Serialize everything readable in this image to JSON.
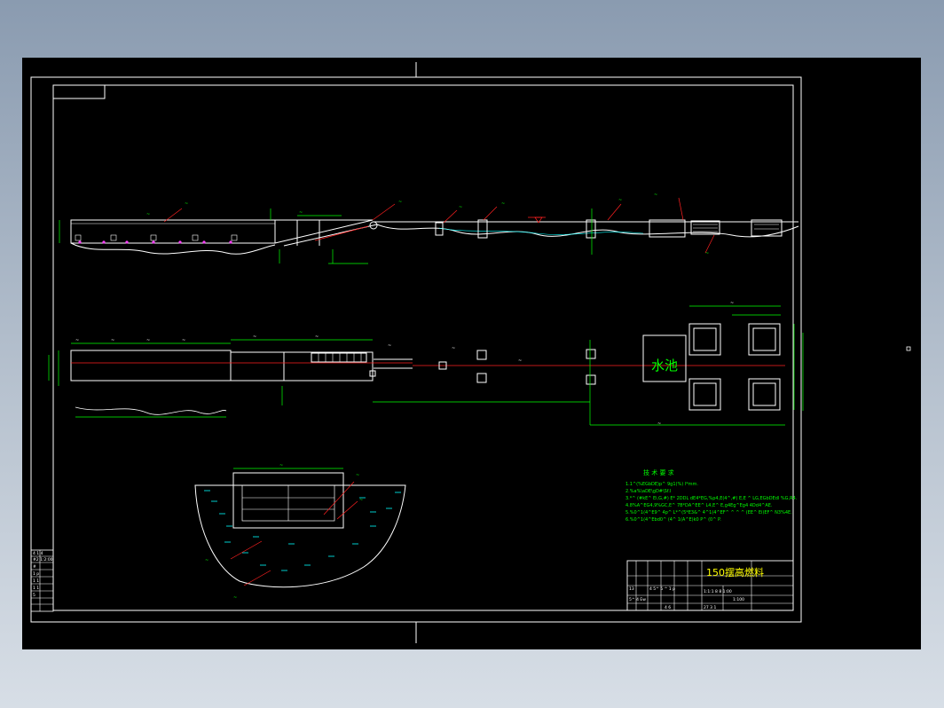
{
  "drawing": {
    "title": "150摆高燃料",
    "side_label": "水池",
    "tech_req_title": "技 术 要 求",
    "tech_req_items": [
      "1.1^(%EGbDE)p^ 9g1(%) l*mm.",
      "2.%a%\\aDE\\gD#\\Sf.I",
      "3.*^ (#kE^ Ei,G,#) E* 2DDL dE4*EG,%p4,E(4^,#) E,E ^ LG,EGbDEdl %G,R4.",
      "4.8%A^EG4,9%GC,E^ 7B*DA^EE^ L4,E^ E,g4Eg^Eg4 4Dd4^AE.",
      "5.%0^1(4^E9^ 4p^ L*^(5*E3&^ 4^1(4^EF^ ^ ^ ^ (EE^ Ei)EF^ N3%4E.",
      "6.%0^1(4^Ebd0^ (4^ 1(A^E)k0 P^ (0^ P."
    ],
    "left_table": [
      "4 1 4",
      "#2 1:2:00",
      "#",
      "1 p",
      "1 1",
      "1 1",
      "5"
    ],
    "title_block": {
      "small_rows": [
        "13",
        "4 5^ 5 ^ 1 p",
        "5^ 4 Ew",
        "4 6"
      ],
      "right_rows": [
        "1:1:1 8 8 1:00",
        "1:100",
        "27 3 1"
      ]
    },
    "colors": {
      "background": "#000000",
      "frame": "#ffffff",
      "dimension": "#00ff00",
      "leader": "#ff2020",
      "water": "#00ffff",
      "marker": "#ff40ff",
      "accent": "#ffff00"
    }
  }
}
